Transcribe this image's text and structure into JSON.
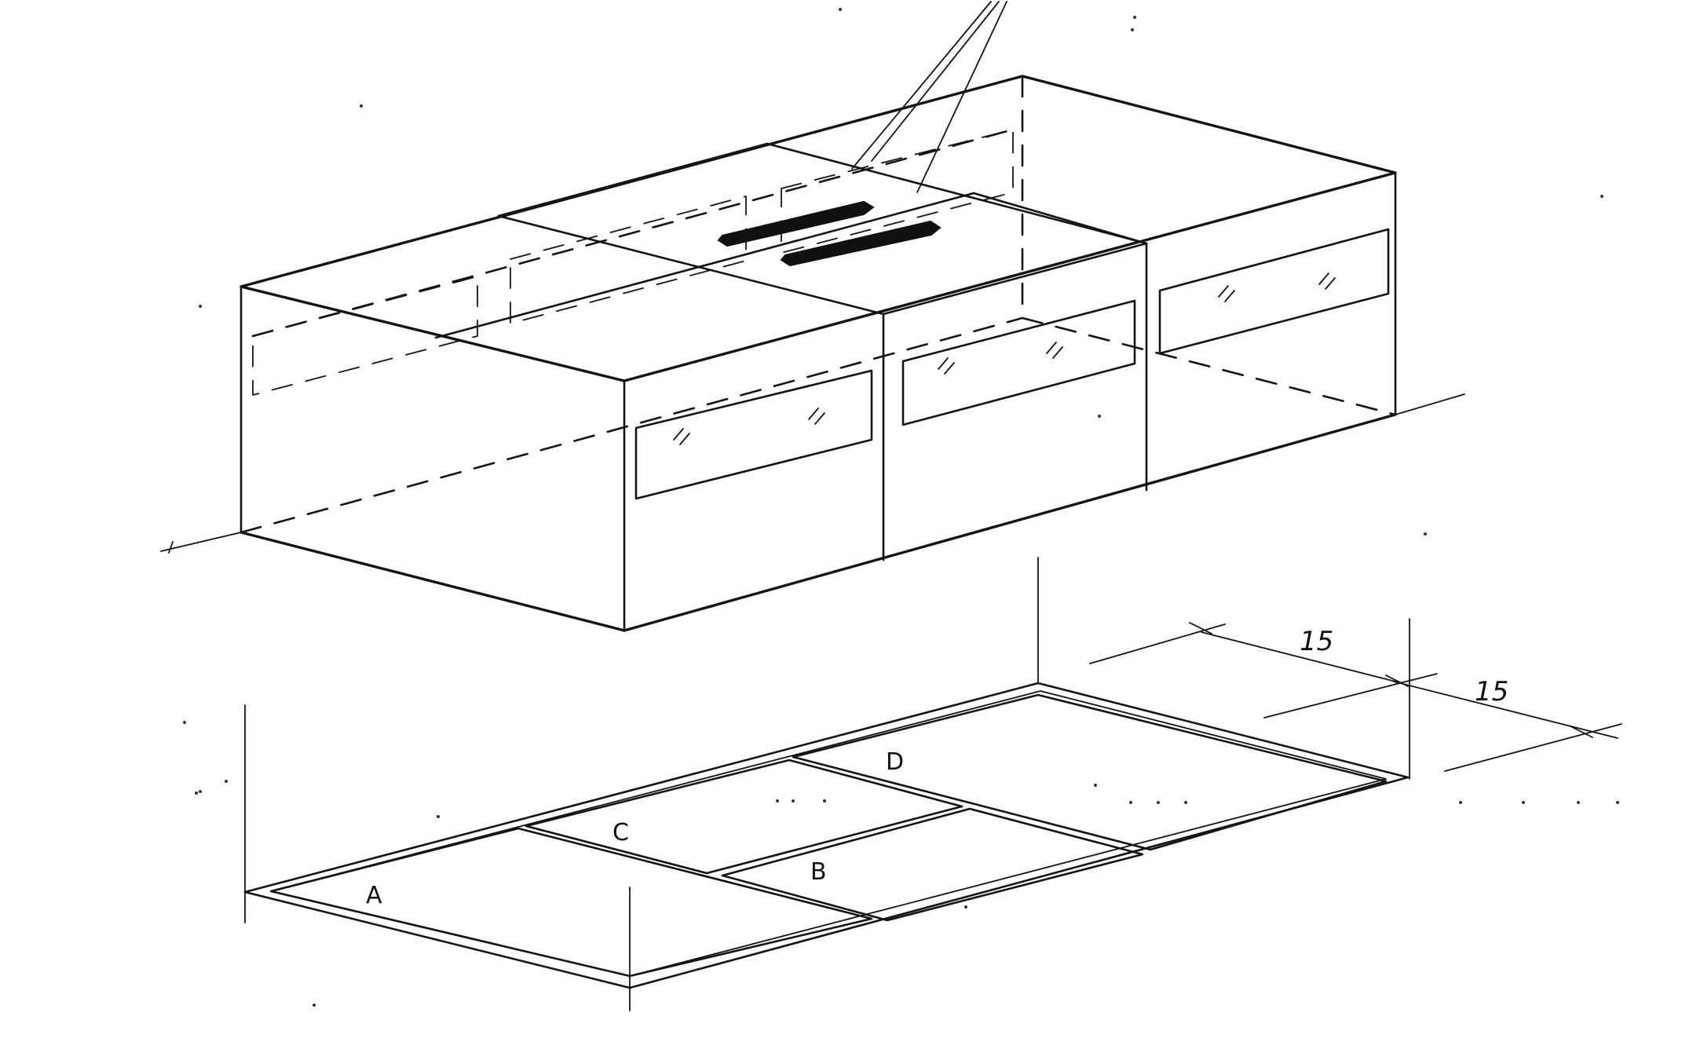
{
  "labels": {
    "a": "A",
    "b": "B",
    "c": "C",
    "d": "D"
  },
  "dimensions": {
    "top": "15",
    "right": "15"
  }
}
